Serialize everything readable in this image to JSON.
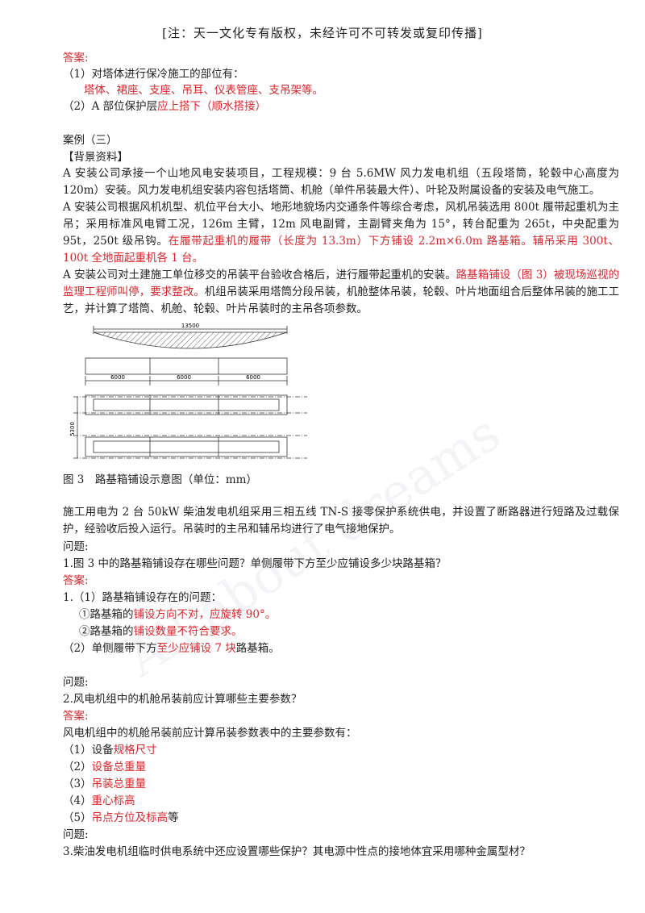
{
  "header": "[注：天一文化专有版权，未经许可不可转发或复印传播]",
  "watermark": "All about dreams",
  "section1": {
    "answer_label": "答案:",
    "q1_prefix": "（1）对塔体进行保冷施工的部位有：",
    "q1_answer": "塔体、裙座、支座、吊耳、仪表管座、支吊架等。",
    "q2_prefix": "（2）A 部位保护层",
    "q2_answer": "应上搭下（顺水搭接）"
  },
  "case": {
    "title": "案例（三）",
    "bg_label": "【背景资料】",
    "p1": "A 安装公司承接一个山地风电安装项目，工程规模：9 台 5.6MW 风力发电机组（五段塔筒，轮毂中心高度为 120m）安装。风力发电机组安装内容包括塔筒、机舱（单件吊装最大件）、叶轮及附属设备的安装及电气施工。",
    "p2_black": "A 安装公司根据风机机型、机位平台大小、地形地貌场内交通条件等综合考虑，风机吊装选用 800t 履带起重机为主吊；采用标准风电臂工况，126m 主臂，12m 风电副臂，主副臂夹角为 15°，转台配重为 265t，中央配重为 95t，250t 级吊钩。",
    "p2_red": "在履带起重机的履带（长度为 13.3m）下方铺设 2.2m×6.0m 路基箱。辅吊采用 300t、100t 全地面起重机各 1 台。",
    "p3_a": "A 安装公司对土建施工单位移交的吊装平台验收合格后，进行履带起重机的安装。",
    "p3_red": "路基箱铺设（图 3）被现场巡视的监理工程师叫停，要求整改。",
    "p3_b": "机组吊装采用塔筒分段吊装，机舱整体吊装，轮毂、叶片地面组合后整体吊装的施工工艺，并计算了塔筒、机舱、轮毂、叶片吊装时的主吊各项参数。",
    "figure": {
      "dim_top": "13500",
      "dim_a": "6000",
      "dim_b": "6000",
      "dim_c": "6000",
      "dim_side": "5300",
      "caption": "图 3　路基箱铺设示意图（单位：mm）"
    },
    "p4": "施工用电为 2 台 50kW 柴油发电机组采用三相五线 TN-S 接零保护系统供电，并设置了断路器进行短路及过载保护，经验收后投入运行。吊装时的主吊和辅吊均进行了电气接地保护。"
  },
  "q1": {
    "label": "问题:",
    "text": "1.图 3 中的路基箱铺设存在哪些问题？单侧履带下方至少应铺设多少块路基箱？",
    "answer_label": "答案:",
    "a1": "1.（1）路基箱铺设存在的问题：",
    "a1_1_black": "①路基箱的",
    "a1_1_red": "铺设方向不对，应旋转 90°。",
    "a1_2_black": "②路基箱的",
    "a1_2_red": "铺设数量不符合要求。",
    "a2_black": "（2）单侧履带下方",
    "a2_red": "至少应铺设 7 块",
    "a2_tail": "路基箱。"
  },
  "q2": {
    "label": "问题:",
    "text": "2.风电机组中的机舱吊装前应计算哪些主要参数？",
    "answer_label": "答案:",
    "intro": "风电机组中的机舱吊装前应计算吊装参数表中的主要参数有：",
    "i1_black": "（1）设备",
    "i1_red": "规格尺寸",
    "i2_black": "（2）",
    "i2_red": "设备总重量",
    "i3_black": "（3）",
    "i3_red": "吊装总重量",
    "i4_black": "（4）",
    "i4_red": "重心标高",
    "i5_black": "（5）",
    "i5_red": "吊点方位及标高",
    "i5_tail": "等"
  },
  "q3": {
    "label": "问题:",
    "text": "3.柴油发电机组临时供电系统中还应设置哪些保护？其电源中性点的接地体宜采用哪种金属型材？"
  }
}
